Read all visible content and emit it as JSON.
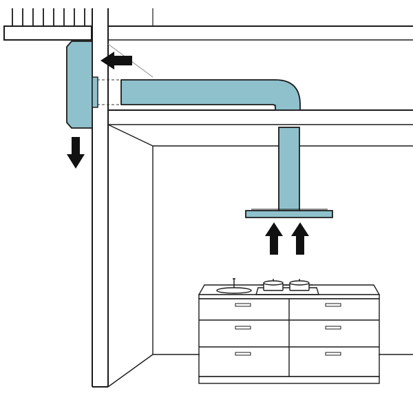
{
  "diagram": {
    "colors": {
      "duct_fill": "#8fc1cc",
      "line": "#1a1a1a",
      "arrow": "#111111",
      "background": "#ffffff"
    },
    "components": [
      "exterior-wall-fan-unit",
      "horizontal-duct-with-elbow",
      "range-hood-chimney",
      "range-hood-canopy",
      "kitchen-island-with-cooktop"
    ],
    "airflow": {
      "arrows_up_at_hood": 2,
      "arrow_into_fan_direction": "left",
      "arrow_exhaust_direction": "down"
    },
    "icons": [
      "arrow-up-icon",
      "arrow-left-icon",
      "arrow-down-icon",
      "sink-icon",
      "cooking-pot-icon",
      "drawer-handle-icon"
    ]
  }
}
